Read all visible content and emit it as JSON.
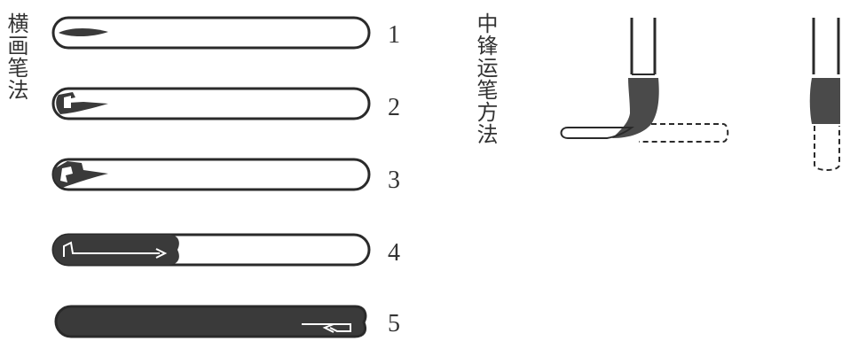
{
  "left_title": "横画笔法",
  "right_title": "中锋运笔方法",
  "steps": [
    {
      "number": "1"
    },
    {
      "number": "2"
    },
    {
      "number": "3"
    },
    {
      "number": "4"
    },
    {
      "number": "5"
    }
  ],
  "colors": {
    "ink": "#2a2a2a",
    "fill": "#4a4a4a",
    "background": "#ffffff"
  }
}
